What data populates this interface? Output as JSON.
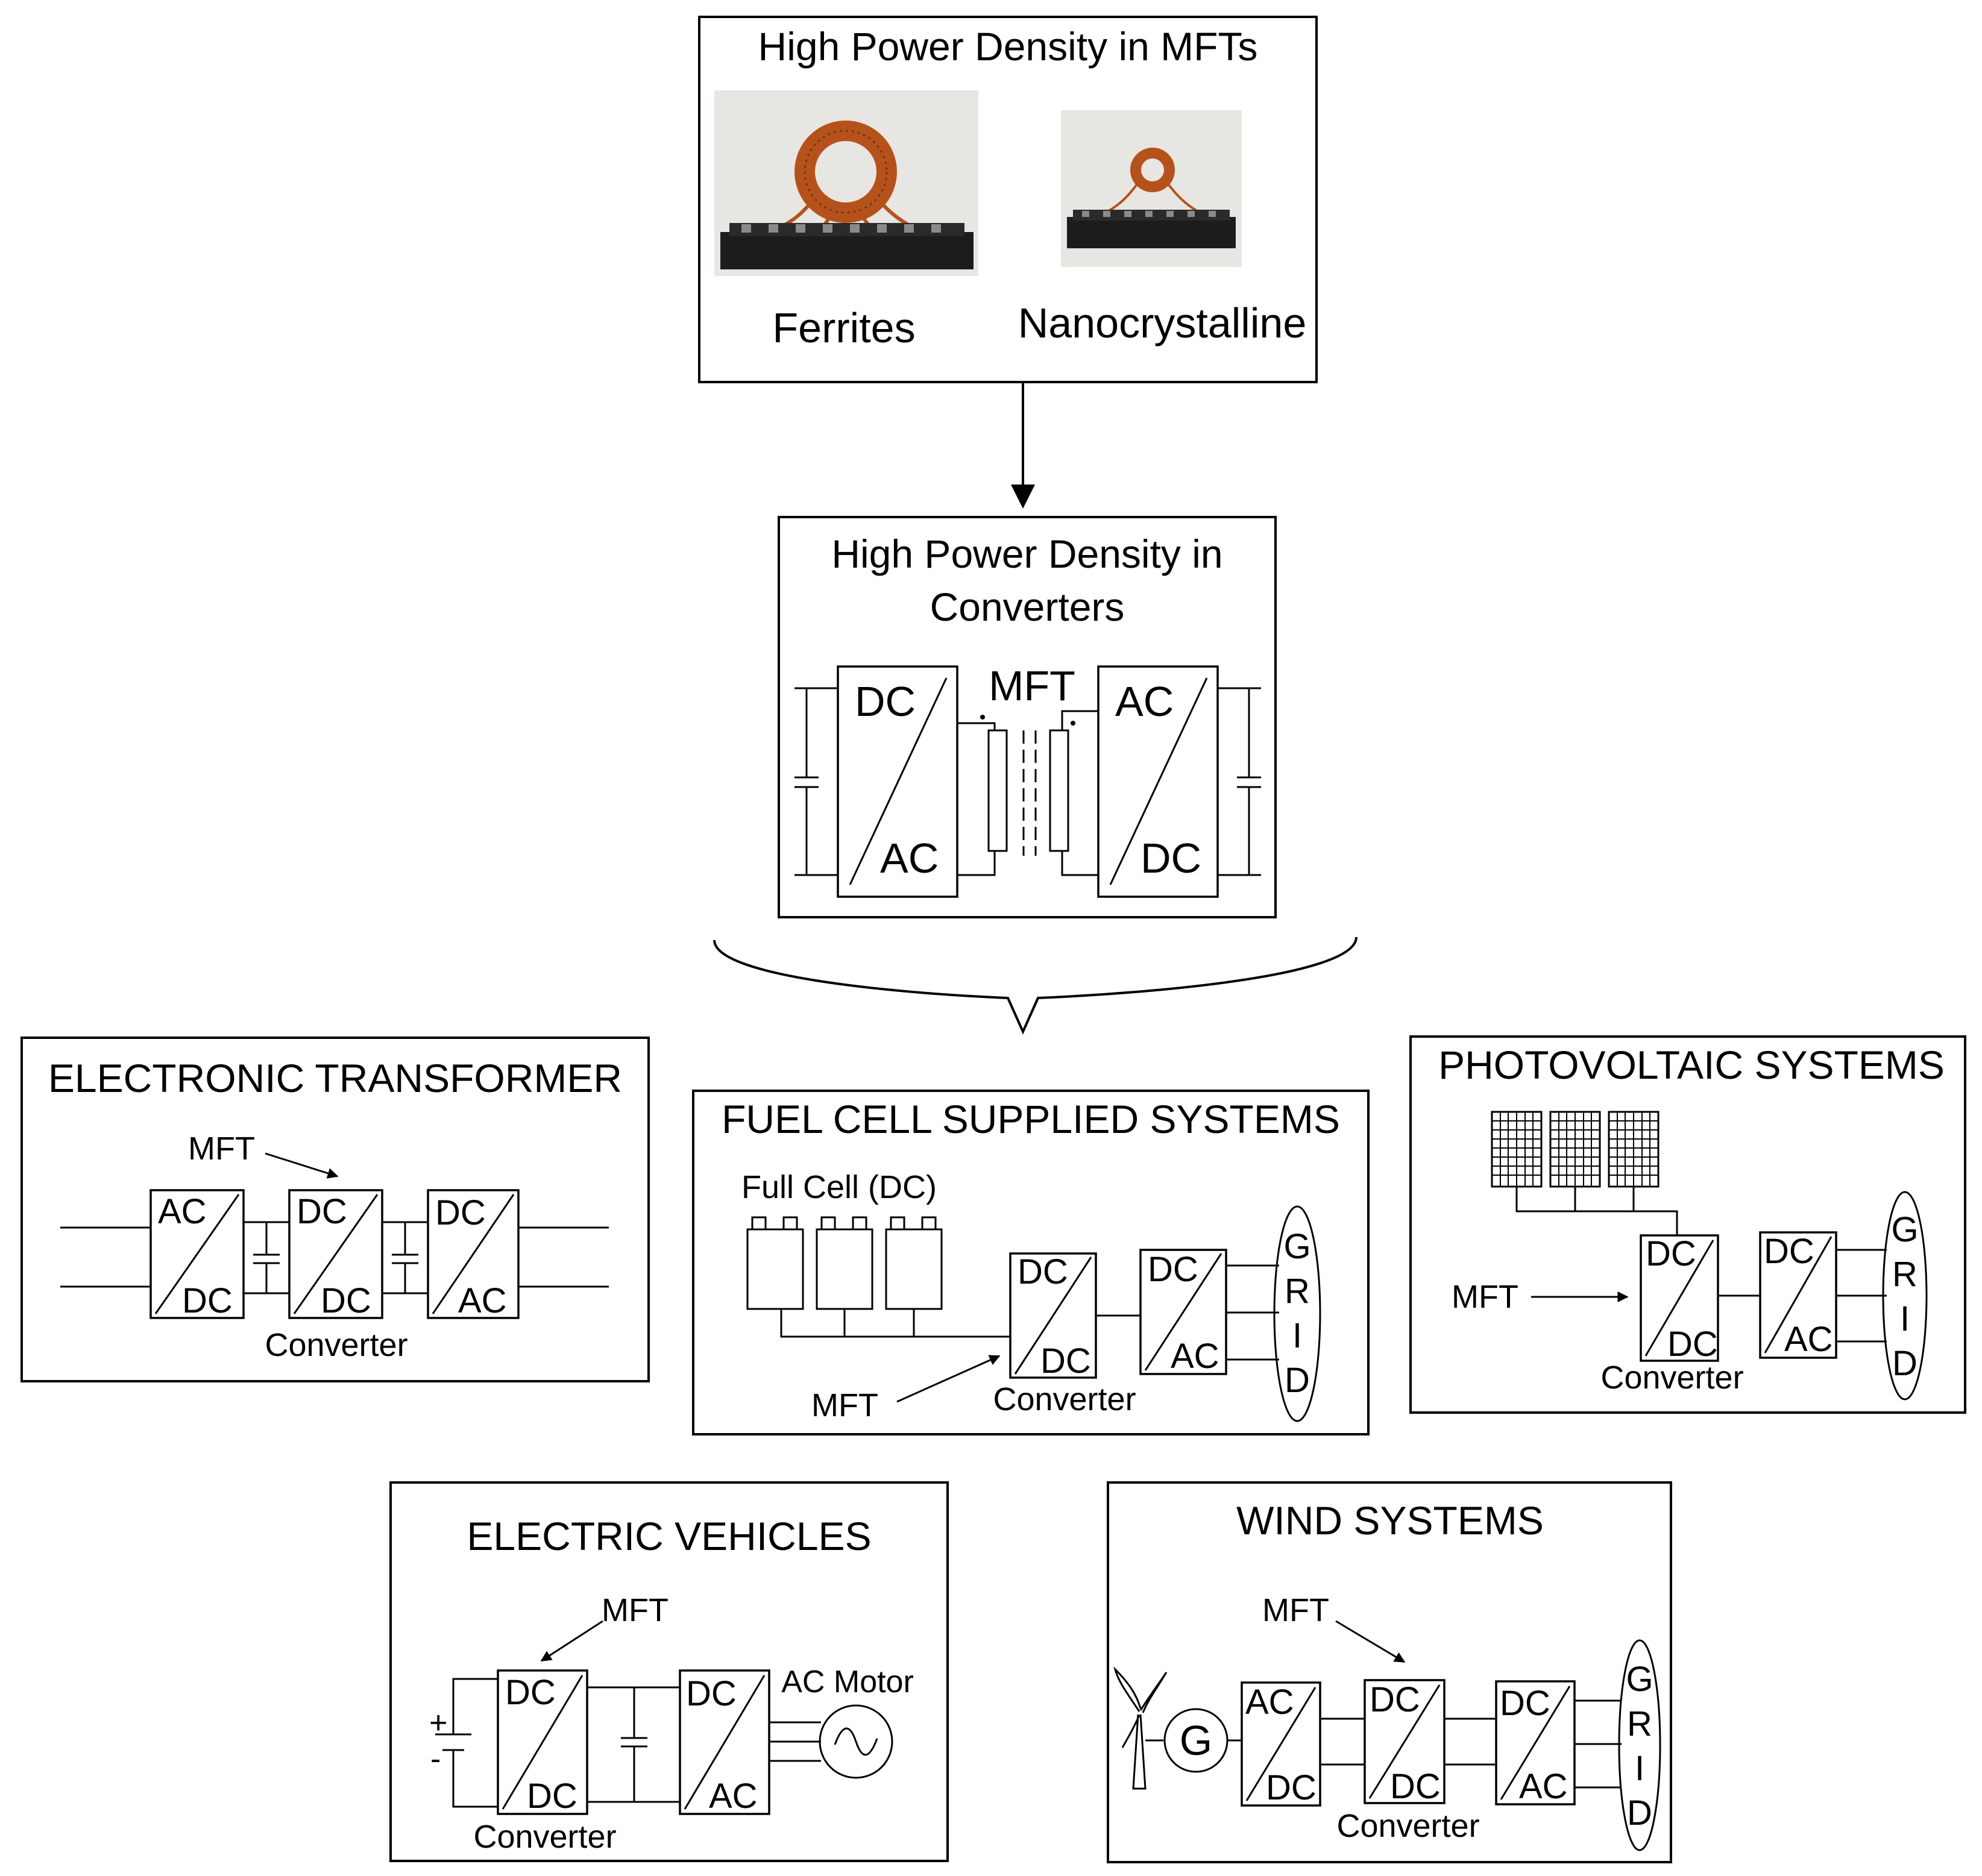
{
  "top_box": {
    "title": "High Power Density in MFTs",
    "left_caption": "Ferrites",
    "right_caption": "Nanocrystalline"
  },
  "converter_box": {
    "title_line1": "High Power Density in",
    "title_line2": "Converters",
    "mft": "MFT",
    "left_top": "DC",
    "left_bottom": "AC",
    "right_top": "AC",
    "right_bottom": "DC"
  },
  "electronic_transformer": {
    "title": "ELECTRONIC TRANSFORMER",
    "mft": "MFT",
    "b1_top": "AC",
    "b1_bottom": "DC",
    "b2_top": "DC",
    "b2_bottom": "DC",
    "b3_top": "DC",
    "b3_bottom": "AC",
    "converter": "Converter"
  },
  "fuel_cell": {
    "title": "FUEL CELL SUPPLIED SYSTEMS",
    "cell_label": "Full Cell (DC)",
    "b1_top": "DC",
    "b1_bottom": "DC",
    "b2_top": "DC",
    "b2_bottom": "AC",
    "grid": [
      "G",
      "R",
      "I",
      "D"
    ],
    "mft": "MFT",
    "converter": "Converter"
  },
  "photovoltaic": {
    "title": "PHOTOVOLTAIC SYSTEMS",
    "mft": "MFT",
    "b1_top": "DC",
    "b1_bottom": "DC",
    "b2_top": "DC",
    "b2_bottom": "AC",
    "grid": [
      "G",
      "R",
      "I",
      "D"
    ],
    "converter": "Converter"
  },
  "electric_vehicles": {
    "title": "ELECTRIC VEHICLES",
    "mft": "MFT",
    "b1_top": "DC",
    "b1_bottom": "DC",
    "b2_top": "DC",
    "b2_bottom": "AC",
    "motor": "AC Motor",
    "plus": "+",
    "minus": "-",
    "converter": "Converter"
  },
  "wind": {
    "title": "WIND SYSTEMS",
    "mft": "MFT",
    "gen": "G",
    "b1_top": "AC",
    "b1_bottom": "DC",
    "b2_top": "DC",
    "b2_bottom": "DC",
    "b3_top": "DC",
    "b3_bottom": "AC",
    "grid": [
      "G",
      "R",
      "I",
      "D"
    ],
    "converter": "Converter"
  },
  "colors": {
    "copper": "#b5521c",
    "terminal": "#1c1c1c",
    "photo_bg": "#e8e6e3"
  }
}
